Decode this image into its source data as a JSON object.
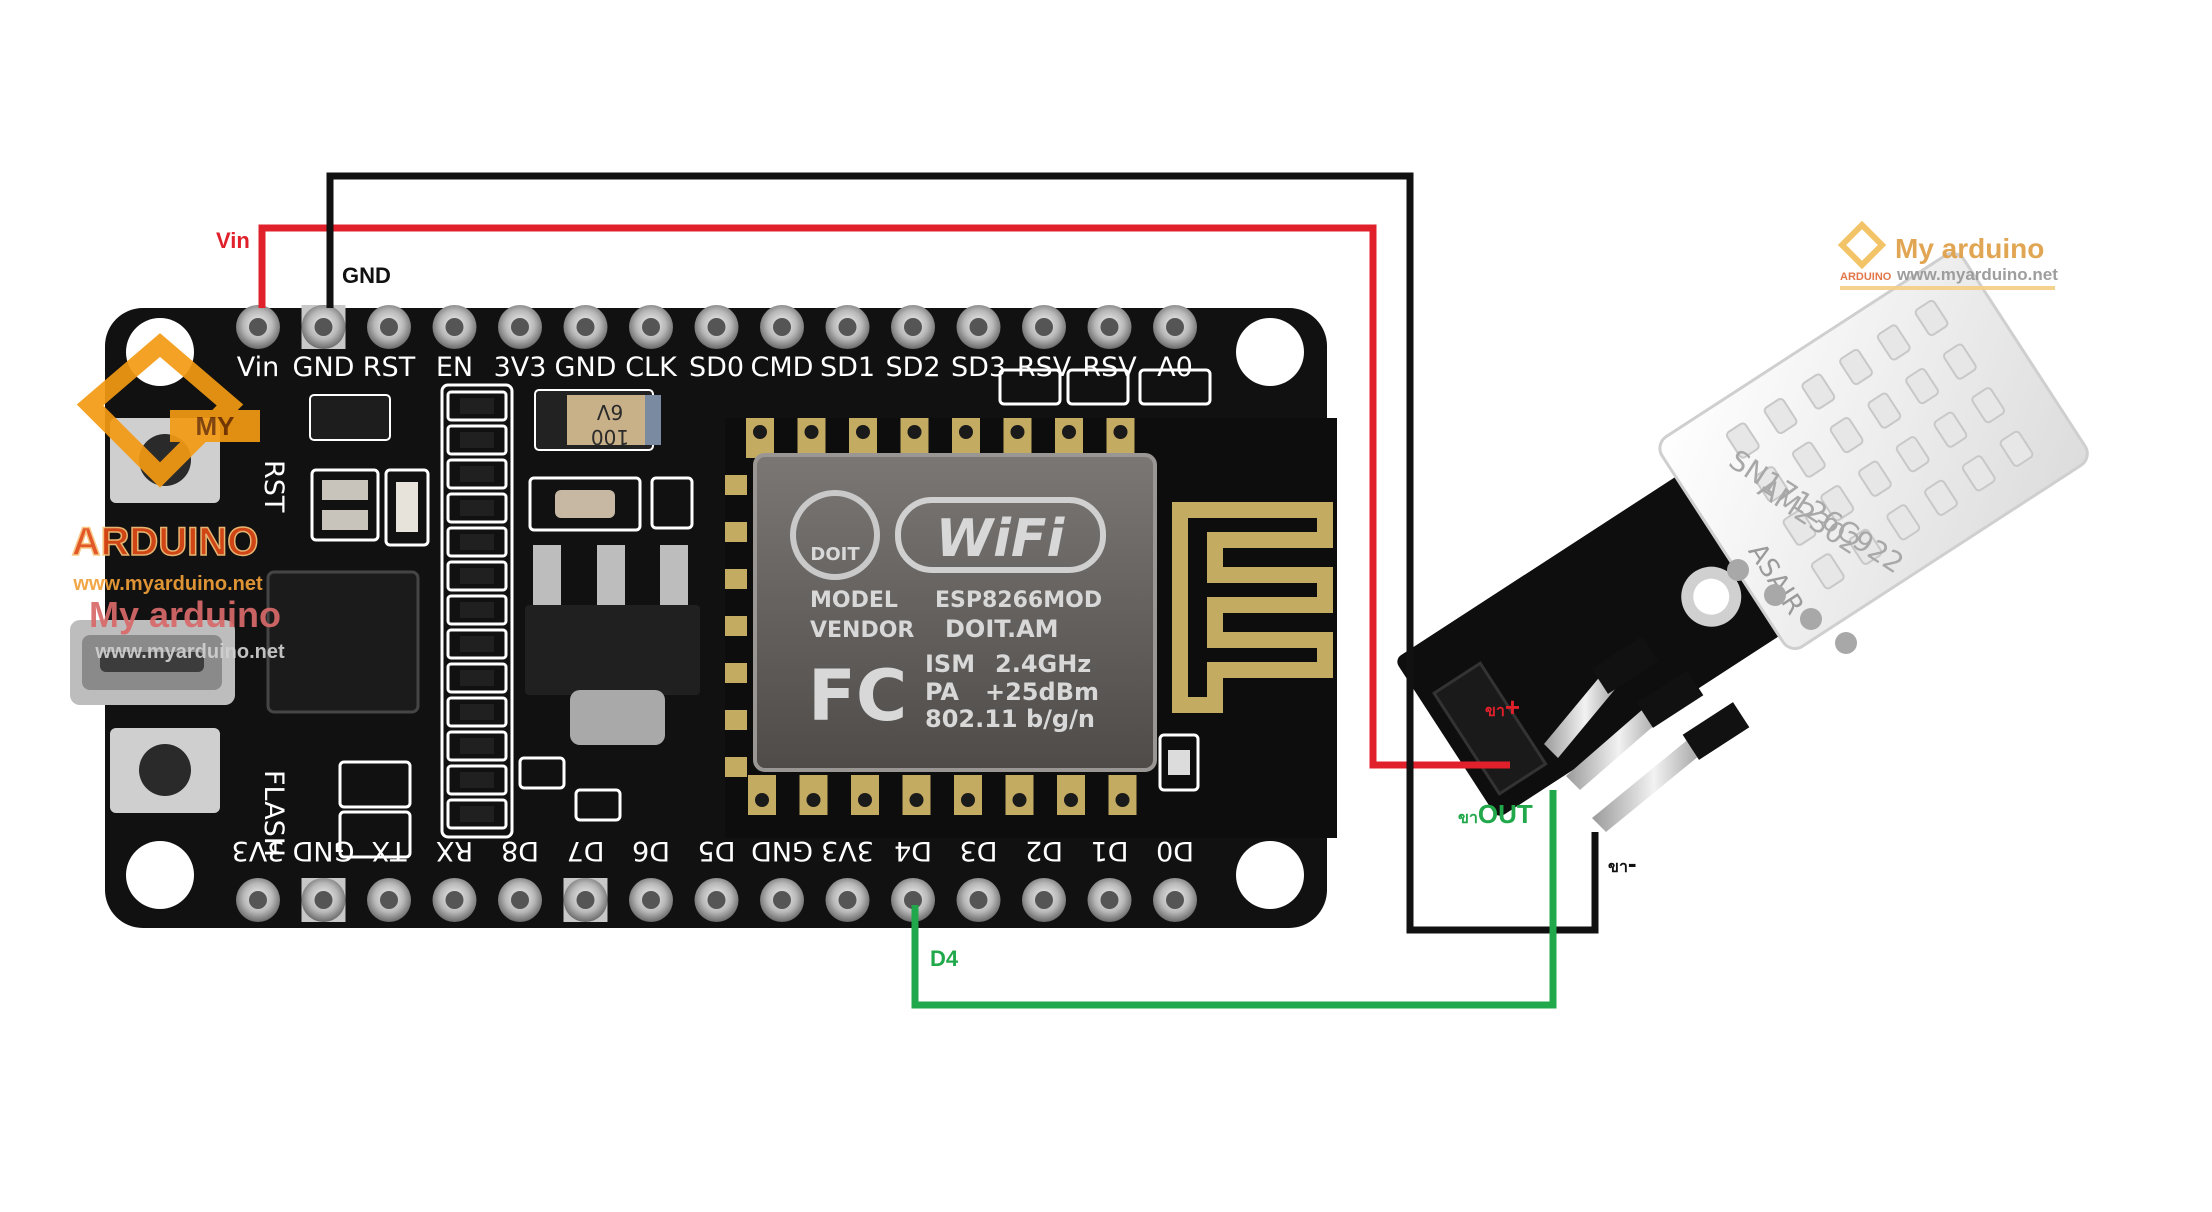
{
  "wires": {
    "vin_label": "Vin",
    "gnd_label": "GND",
    "d4_label": "D4",
    "sensor_plus_prefix": "ขา",
    "sensor_plus_sign": "+",
    "sensor_out_prefix": "ขา",
    "sensor_out_word": "OUT",
    "sensor_minus_prefix": "ขา",
    "sensor_minus_sign": "-",
    "colors": {
      "vin": "#e0202a",
      "gnd": "#111111",
      "data": "#20a84a"
    }
  },
  "board": {
    "top_pins": [
      "Vin",
      "GND",
      "RST",
      "EN",
      "3V3",
      "GND",
      "CLK",
      "SD0",
      "CMD",
      "SD1",
      "SD2",
      "SD3",
      "RSV",
      "RSV",
      "A0"
    ],
    "bottom_pins": [
      "3V3",
      "GND",
      "TX",
      "RX",
      "D8",
      "D7",
      "D6",
      "D5",
      "GND",
      "3V3",
      "D4",
      "D3",
      "D2",
      "D1",
      "D0"
    ],
    "button_rst": "RST",
    "button_flash": "FLASH",
    "capacitor_top": "6V",
    "capacitor_bottom": "100",
    "module": {
      "logo": "DOIT",
      "wifi": "WiFi",
      "model_label": "MODEL",
      "model_value": "ESP8266MOD",
      "vendor_label": "VENDOR",
      "vendor_value": "DOIT.AM",
      "fc": "FC",
      "ism": "ISM",
      "ism_value": "2.4GHz",
      "pa": "PA",
      "pa_value": "+25dBm",
      "standard": "802.11 b/g/n"
    }
  },
  "sensor": {
    "brand": "ASAIR",
    "model": "AM2302",
    "serial": "SN17126C922"
  },
  "watermarks": {
    "left_badge": "MY",
    "left_brand": "ARDUINO",
    "left_url1": "www.myarduino.net",
    "left_title": "My arduino",
    "left_url2": "www.myarduino.net",
    "right_title": "My arduino",
    "right_brand": "ARDUINO",
    "right_url": "www.myarduino.net"
  }
}
